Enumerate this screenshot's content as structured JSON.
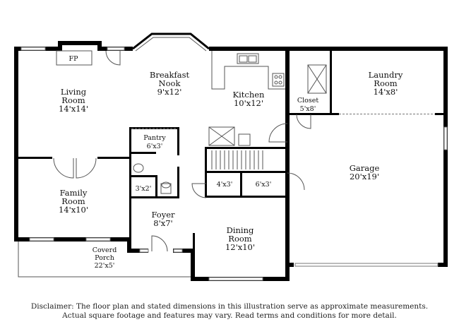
{
  "rooms": {
    "fp": "FP",
    "breakfast_nook": {
      "name1": "Breakfast",
      "name2": "Nook",
      "size": "9'x12'"
    },
    "living_room": {
      "name1": "Living",
      "name2": "Room",
      "size": "14'x14'"
    },
    "kitchen": {
      "name": "Kitchen",
      "size": "10'x12'"
    },
    "closet": {
      "name": "Closet",
      "size": "5'x8'"
    },
    "laundry_room": {
      "name1": "Laundry",
      "name2": "Room",
      "size": "14'x8'"
    },
    "pantry": {
      "name": "Pantry",
      "size": "6'x3'"
    },
    "garage": {
      "name": "Garage",
      "size": "20'x19'"
    },
    "bath": {
      "size": "3'x2'"
    },
    "stair_closet_a": {
      "size": "4'x3'"
    },
    "stair_closet_b": {
      "size": "6'x3'"
    },
    "family_room": {
      "name1": "Family",
      "name2": "Room",
      "size": "14'x10'"
    },
    "foyer": {
      "name": "Foyer",
      "size": "8'x7'"
    },
    "dining_room": {
      "name1": "Dining",
      "name2": "Room",
      "size": "12'x10'"
    },
    "covered_porch": {
      "name1": "Coverd",
      "name2": "Porch",
      "size": "22'x5'"
    }
  },
  "disclaimer": {
    "line1": "Disclaimer: The floor plan and stated dimensions in this illustration serve as approximate measurements.",
    "line2": "Actual square footage and features may vary. Read terms and conditions for more detail."
  }
}
